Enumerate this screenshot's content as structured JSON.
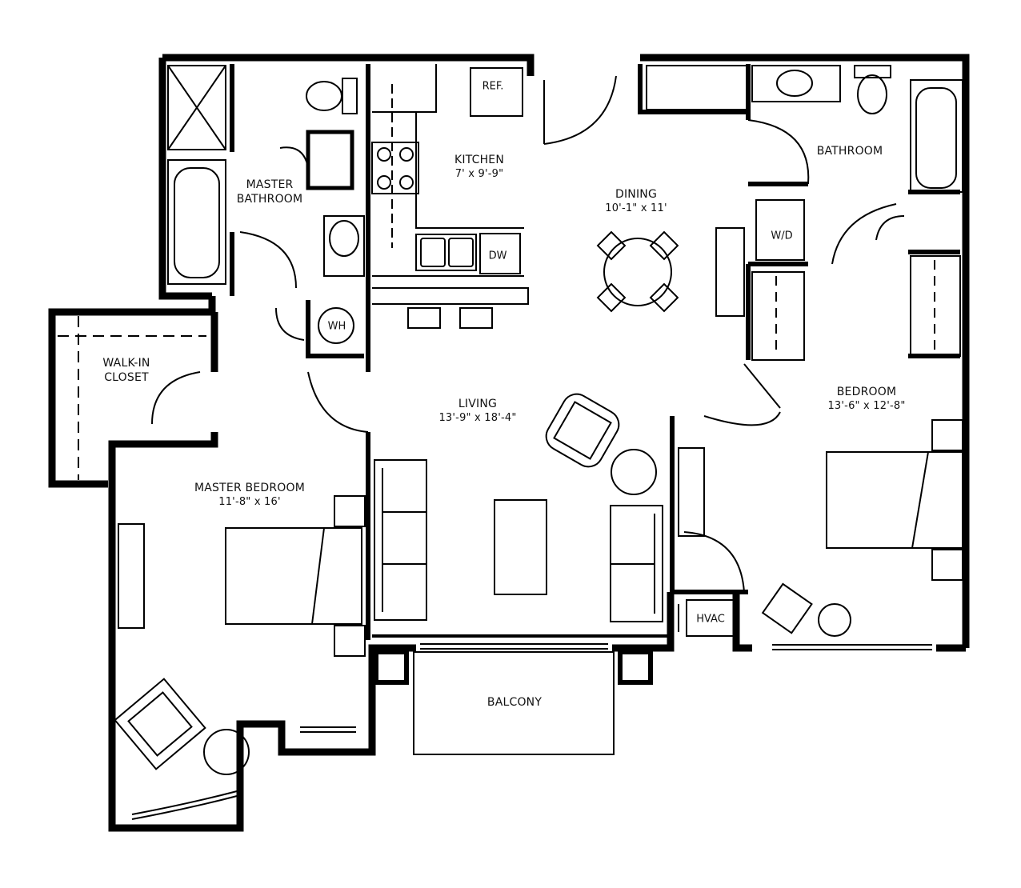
{
  "rooms": {
    "kitchen": {
      "name": "KITCHEN",
      "dims": "7' x 9'-9\""
    },
    "dining": {
      "name": "DINING",
      "dims": "10'-1\" x 11'"
    },
    "bathroom": {
      "name": "BATHROOM"
    },
    "master_bathroom": {
      "name_line1": "MASTER",
      "name_line2": "BATHROOM"
    },
    "walk_in_closet": {
      "name_line1": "WALK-IN",
      "name_line2": "CLOSET"
    },
    "living": {
      "name": "LIVING",
      "dims": "13'-9\" x 18'-4\""
    },
    "bedroom": {
      "name": "BEDROOM",
      "dims": "13'-6\" x 12'-8\""
    },
    "master_bedroom": {
      "name": "MASTER BEDROOM",
      "dims": "11'-8\" x 16'"
    },
    "balcony": {
      "name": "BALCONY"
    }
  },
  "fixtures": {
    "refrigerator": "REF.",
    "dishwasher": "DW",
    "washer_dryer": "W/D",
    "water_heater": "WH",
    "hvac": "HVAC"
  }
}
